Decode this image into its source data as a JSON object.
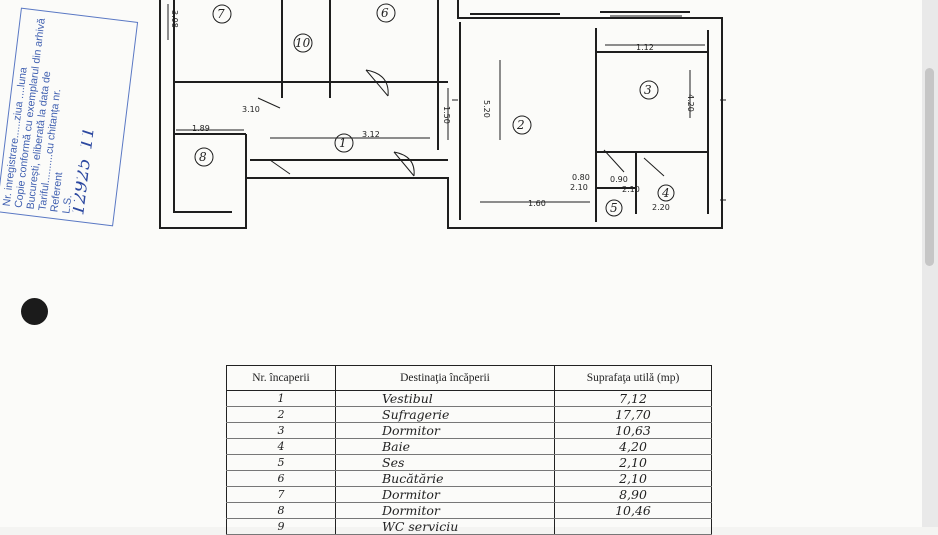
{
  "plan": {
    "rooms": [
      "7",
      "6",
      "10",
      "3",
      "2",
      "1",
      "8",
      "4",
      "5"
    ],
    "dimensions": [
      "3.08",
      "5.20",
      "1.12",
      "4.20",
      "1.60",
      "0.80",
      "2.10",
      "3.10",
      "1.89",
      "3.12",
      "1.50",
      "0.90",
      "2.10",
      "2.20"
    ]
  },
  "stamp": {
    "lines": [
      "Nr. inregistrare......ziua ....luna",
      "Copie conformă cu exemplarul din arhivă",
      "București, eliberată la data de",
      "Tariful..........cu chitanța nr.",
      "Referent",
      "L.S."
    ],
    "handwritten_number": "12925",
    "handwritten_day": "11"
  },
  "table": {
    "headers": [
      "Nr. încaperii",
      "Destinaţia încăperii",
      "Suprafaţa utilă (mp)"
    ],
    "rows": [
      {
        "nr": "1",
        "dest": "Vestibul",
        "area": "7,12"
      },
      {
        "nr": "2",
        "dest": "Sufragerie",
        "area": "17,70"
      },
      {
        "nr": "3",
        "dest": "Dormitor",
        "area": "10,63"
      },
      {
        "nr": "4",
        "dest": "Baie",
        "area": "4,20"
      },
      {
        "nr": "5",
        "dest": "Ses",
        "area": "2,10"
      },
      {
        "nr": "6",
        "dest": "Bucătărie",
        "area": "2,10"
      },
      {
        "nr": "7",
        "dest": "Dormitor",
        "area": "8,90"
      },
      {
        "nr": "8",
        "dest": "Dormitor",
        "area": "10,46"
      },
      {
        "nr": "9",
        "dest": "WC serviciu",
        "area": ""
      }
    ]
  }
}
